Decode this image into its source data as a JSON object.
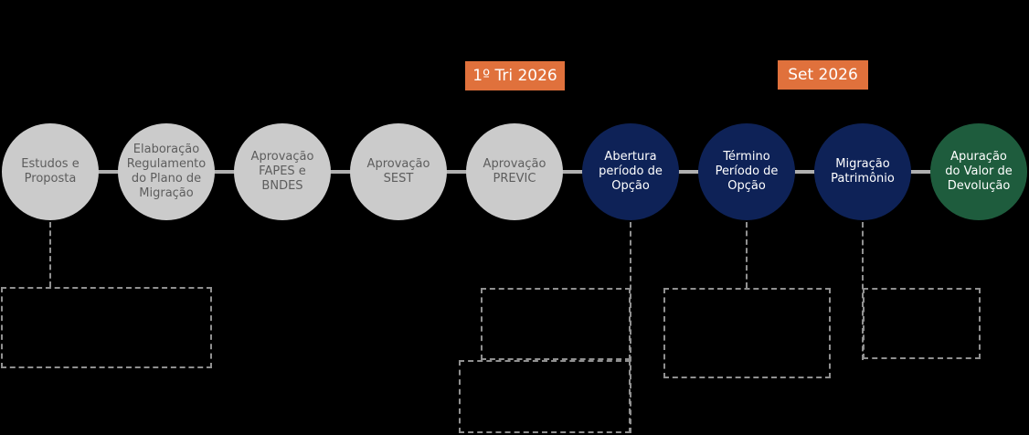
{
  "colors": {
    "background": "#000000",
    "pending_step": "#cbcbcb",
    "active_step": "#0e2257",
    "final_step": "#1e5c3d",
    "date_badge": "#e0713c",
    "pending_text": "#5d5d5d",
    "highlight_text": "#ffffff",
    "timeline_line": "#b0b0b0",
    "dashed_line": "#909090"
  },
  "timeline": {
    "date_labels": [
      {
        "text": "1º Tri 2026"
      },
      {
        "text": "Set 2026"
      }
    ],
    "steps": [
      {
        "label": "Estudos e\nProposta",
        "status": "gray"
      },
      {
        "label": "Elaboração\nRegulamento\ndo Plano de\nMigração",
        "status": "gray"
      },
      {
        "label": "Aprovação\nFAPES e\nBNDES",
        "status": "gray"
      },
      {
        "label": "Aprovação\nSEST",
        "status": "gray"
      },
      {
        "label": "Aprovação\nPREVIC",
        "status": "gray"
      },
      {
        "label": "Abertura\nperíodo de\nOpção",
        "status": "navy"
      },
      {
        "label": "Término\nPeríodo de\nOpção",
        "status": "navy"
      },
      {
        "label": "Migração\nPatrimônio",
        "status": "navy"
      },
      {
        "label": "Apuração\ndo Valor de\nDevolução",
        "status": "green"
      }
    ]
  }
}
